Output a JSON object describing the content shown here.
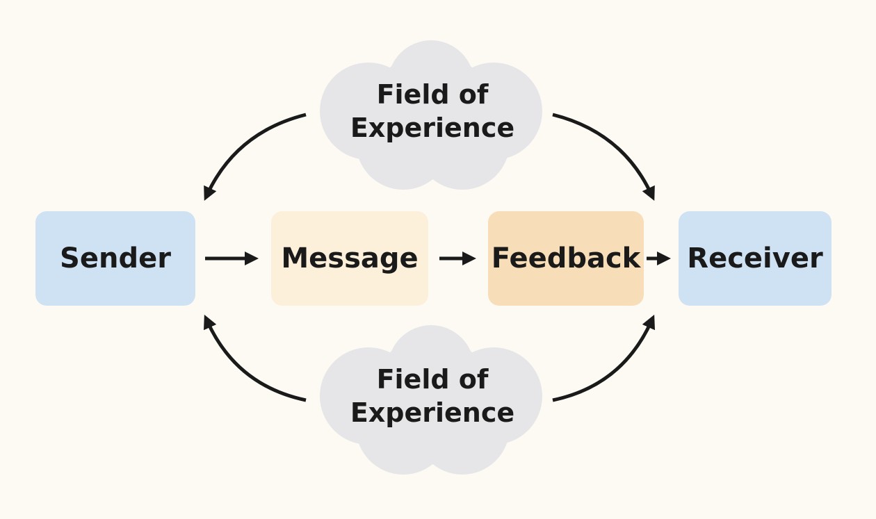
{
  "diagram": {
    "nodes": [
      {
        "id": "sender",
        "label": "Sender",
        "color": "#cfe2f3"
      },
      {
        "id": "message",
        "label": "Message",
        "color": "#fcf0db"
      },
      {
        "id": "feedback",
        "label": "Feedback",
        "color": "#f8deb8"
      },
      {
        "id": "receiver",
        "label": "Receiver",
        "color": "#cfe2f3"
      }
    ],
    "clouds": [
      {
        "id": "top",
        "line1": "Field of",
        "line2": "Experience",
        "color": "#e6e6e8"
      },
      {
        "id": "bottom",
        "line1": "Field of",
        "line2": "Experience",
        "color": "#e6e6e8"
      }
    ],
    "edges": [
      {
        "from": "sender",
        "to": "message"
      },
      {
        "from": "message",
        "to": "feedback"
      },
      {
        "from": "feedback",
        "to": "receiver"
      },
      {
        "from": "top-cloud",
        "to": "sender"
      },
      {
        "from": "top-cloud",
        "to": "receiver"
      },
      {
        "from": "bottom-cloud",
        "to": "sender"
      },
      {
        "from": "bottom-cloud",
        "to": "receiver"
      }
    ]
  }
}
